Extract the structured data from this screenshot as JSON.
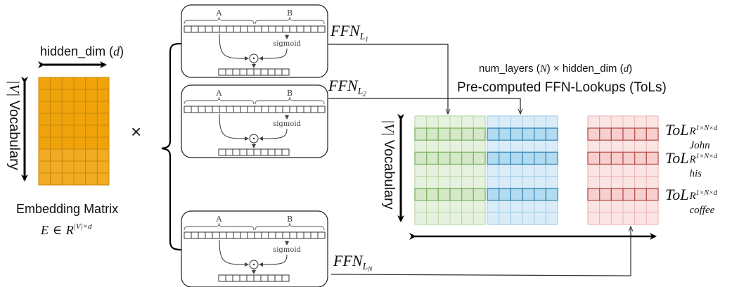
{
  "embedding": {
    "dim_label": "hidden_dim",
    "dim_var": "d",
    "vocab_bar": "|V|",
    "vocab_label": "Vocabulary",
    "title": "Embedding Matrix",
    "formula_lhs": "E",
    "formula_in": "∈",
    "formula_R": "R",
    "formula_sup": "|V|×d",
    "rows": 9,
    "cols": 6,
    "color": "#f0a30a",
    "border_color": "#c98a0f"
  },
  "operator": "×",
  "ffn_blocks": [
    {
      "label_main": "FFN",
      "label_sub": "L",
      "label_subsub": "1",
      "part_a": "A",
      "part_b": "B",
      "activation": "sigmoid",
      "op": "⊙"
    },
    {
      "label_main": "FFN",
      "label_sub": "L",
      "label_subsub": "2",
      "part_a": "A",
      "part_b": "B",
      "activation": "sigmoid",
      "op": "⊙"
    },
    {
      "label_main": "FFN",
      "label_sub": "L",
      "label_subsub": "N",
      "part_a": "A",
      "part_b": "B",
      "activation": "sigmoid",
      "op": "⊙"
    }
  ],
  "tols": {
    "header_dims": "num_layers",
    "header_N": "N",
    "header_times": "×",
    "header_hidden": "hidden_dim",
    "header_d": "d",
    "title": "Pre-computed FFN-Lookups (ToLs)",
    "vocab_bar": "|V|",
    "vocab_label": "Vocabulary",
    "rows": 9,
    "cols": 6,
    "highlight_rows": [
      1,
      3,
      6
    ],
    "matrices": [
      {
        "name": "layer-1",
        "fill": "#e6f2df",
        "highlight": "#d5e8c8",
        "stroke": "#b8d6a5",
        "hstroke": "#82b366"
      },
      {
        "name": "layer-2",
        "fill": "#d9ecf8",
        "highlight": "#b1dbf0",
        "stroke": "#9fcbe6",
        "hstroke": "#3a87b3"
      },
      {
        "name": "layer-N",
        "fill": "#fbe4e4",
        "highlight": "#f7cfcf",
        "stroke": "#eeb4b4",
        "hstroke": "#b85450"
      }
    ],
    "entries": [
      {
        "prefix": "ToL",
        "token": "John",
        "sup": "R",
        "supsup": "1×N×d"
      },
      {
        "prefix": "ToL",
        "token": "his",
        "sup": "R",
        "supsup": "1×N×d"
      },
      {
        "prefix": "ToL",
        "token": "coffee",
        "sup": "R",
        "supsup": "1×N×d"
      }
    ]
  }
}
